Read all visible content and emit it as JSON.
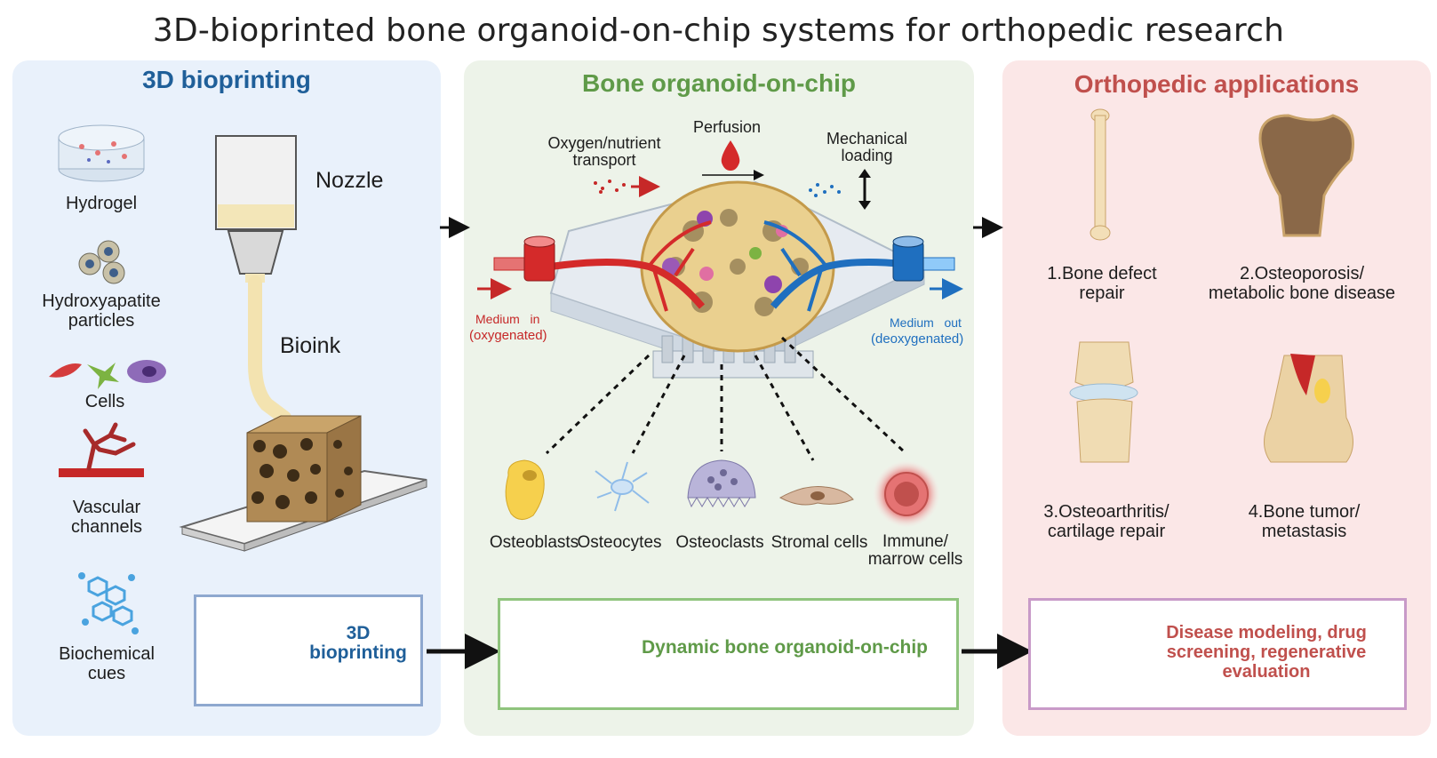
{
  "title": "3D-bioprinted bone organoid-on-chip systems for orthopedic research",
  "colors": {
    "panel1_bg": "#e9f1fb",
    "panel2_bg": "#edf3e9",
    "panel3_bg": "#fbe7e7",
    "panel1_accent": "#1f5f99",
    "panel2_accent": "#5f9a48",
    "panel3_accent": "#c0504d",
    "arterial": "#d42a2a",
    "venous": "#1f6fbf"
  },
  "panel1": {
    "title": "3D bioprinting",
    "materials": [
      "Hydrogel",
      "Hydroxyapatite particles",
      "Cells",
      "Vascular channels",
      "Biochemical cues"
    ],
    "nozzle_label": "Nozzle",
    "bioink_label": "Bioink",
    "box_label": "3D bioprinting"
  },
  "panel2": {
    "title": "Bone organoid-on-chip",
    "perfusion": "Perfusion",
    "oxygen": "Oxygen/nutrient transport",
    "mechanical": "Mechanical loading",
    "medium_in": "Medium   in",
    "medium_in_sub": "(oxygenated)",
    "medium_out": "Medium   out",
    "medium_out_sub": "(deoxygenated)",
    "cells": [
      "Osteoblasts",
      "Osteocytes",
      "Osteoclasts",
      "Stromal cells",
      "Immune/ marrow cells"
    ],
    "box_label": "Dynamic bone organoid-on-chip"
  },
  "panel3": {
    "title": "Orthopedic applications",
    "applications": [
      "1.Bone defect repair",
      "2.Osteoporosis/ metabolic bone disease",
      "3.Osteoarthritis/ cartilage repair",
      "4.Bone tumor/ metastasis"
    ],
    "box_label": "Disease modeling, drug screening, regenerative evaluation"
  }
}
